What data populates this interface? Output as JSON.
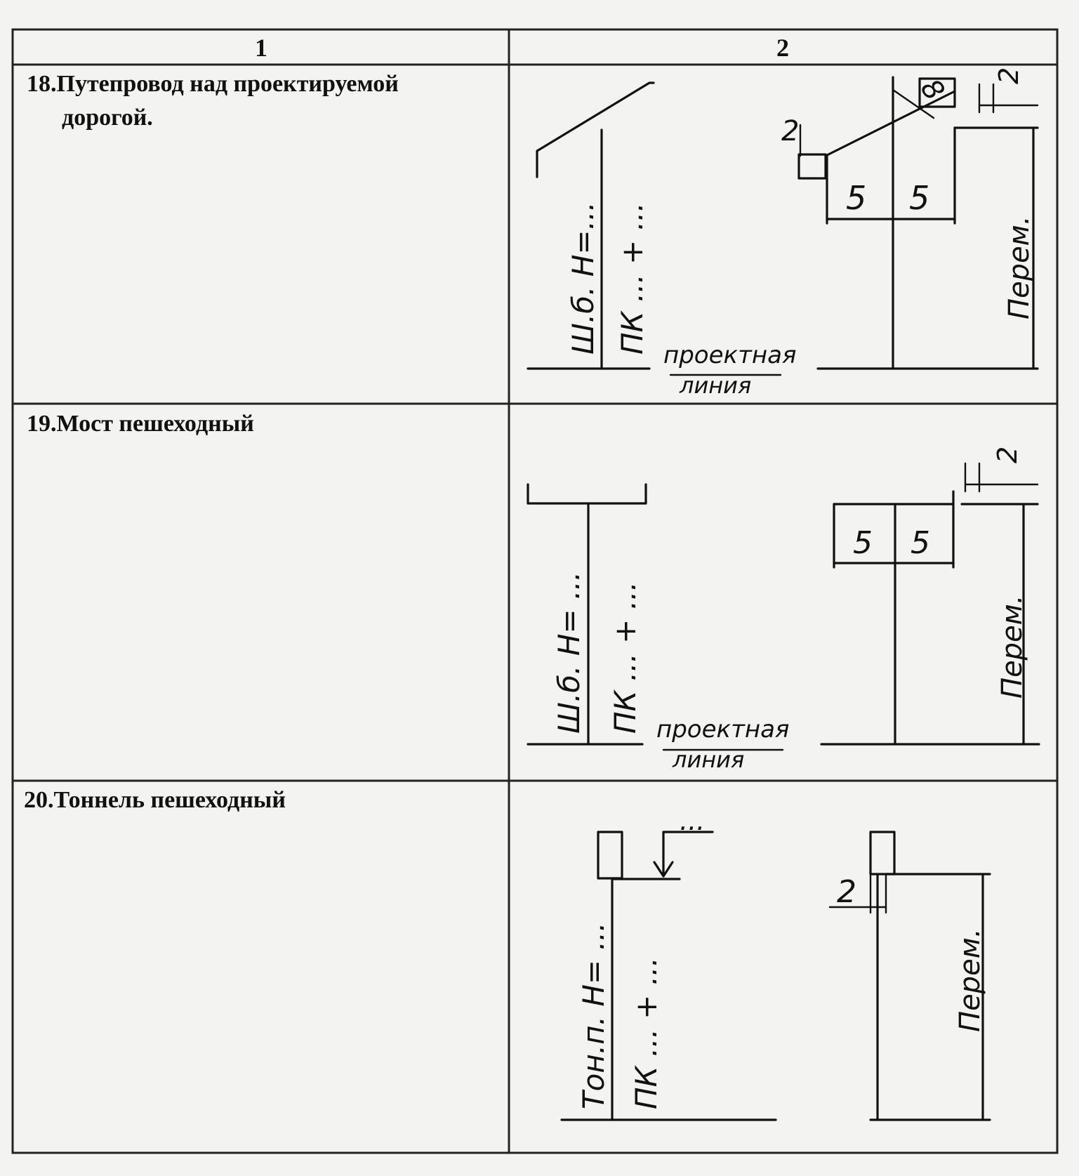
{
  "table": {
    "headers": [
      "1",
      "2"
    ],
    "rows": [
      {
        "title_line1": "18.Путепровод над проектируемой",
        "title_line2": "дорогой.",
        "sketch": {
          "label_left": "Ш.б. Н=...",
          "label_pk": "ПК ... + ...",
          "design_line_1": "проектная",
          "design_line_2": "линия",
          "dim_top_small": "2",
          "dim_top_right": "2",
          "dim_diag": "8",
          "dim_a": "5",
          "dim_b": "5",
          "label_var": "Перем."
        }
      },
      {
        "title_line1": "19.Мост пешеходный",
        "sketch": {
          "label_left": "Ш.б. Н= ...",
          "label_pk": "ПК ... + ...",
          "design_line_1": "проектная",
          "design_line_2": "линия",
          "dim_top_right": "2",
          "dim_a": "5",
          "dim_b": "5",
          "label_var": "Перем."
        }
      },
      {
        "title_line1": "20.Тоннель пешеходный",
        "sketch": {
          "label_left": "Тон.п. Н= ...",
          "label_pk": "ПК ... + ...",
          "arrow_note": "...",
          "dim_side": "2",
          "label_var": "Перем."
        }
      }
    ]
  }
}
